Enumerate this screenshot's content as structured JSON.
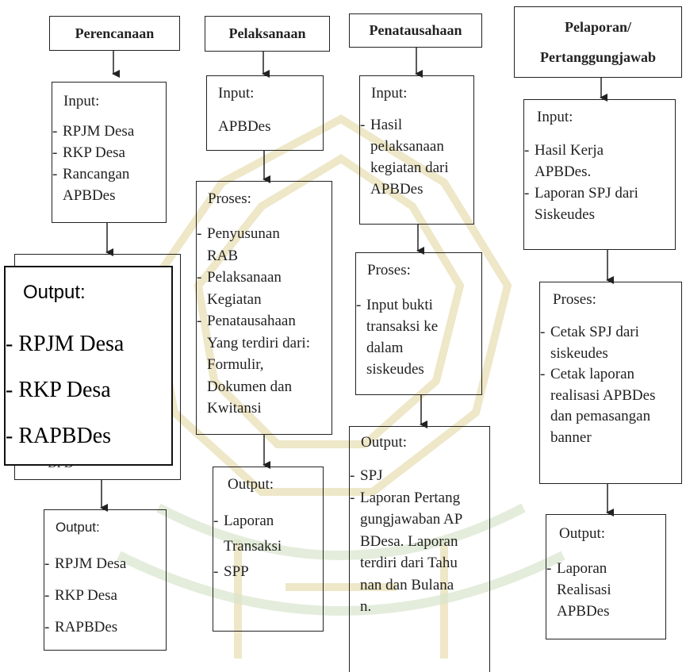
{
  "columns": [
    {
      "header": [
        "Perencanaan"
      ],
      "boxes": [
        {
          "title": "Input:",
          "items": [
            "RPJM Desa",
            "RKP Desa",
            "Rancangan APBDes"
          ]
        },
        {
          "title": "Output:",
          "items": [
            "RPJM Desa",
            "RKP Desa",
            "RAPBDes"
          ]
        }
      ],
      "overlay": {
        "title": "Output:",
        "items": [
          "RPJM Desa",
          "RKP Desa",
          "RAPBDes"
        ]
      },
      "hidden_fragment": "BPD"
    },
    {
      "header": [
        "Pelaksanaan"
      ],
      "boxes": [
        {
          "title": "Input:",
          "items": [
            "APBDes"
          ]
        },
        {
          "title": "Proses:",
          "items": [
            "Penyusunan RAB",
            "Pelaksanaan Kegiatan",
            "Penatausahaan Yang terdiri dari: Formulir, Dokumen dan Kwitansi"
          ]
        },
        {
          "title": "Output:",
          "items": [
            "Laporan Transaksi",
            "SPP"
          ]
        }
      ]
    },
    {
      "header": [
        "Penatausahaan"
      ],
      "boxes": [
        {
          "title": "Input:",
          "items": [
            "Hasil pelaksanaan kegiatan dari APBDes"
          ]
        },
        {
          "title": "Proses:",
          "items": [
            "Input bukti transaksi ke dalam siskeudes"
          ]
        },
        {
          "title": "Output:",
          "items": [
            "SPJ",
            "Laporan Pertanggungjawaban APBDesa. Laporan terdiri dari Tahunan dan Bulanan."
          ]
        }
      ]
    },
    {
      "header": [
        "Pelaporan/",
        "Pertanggungjawab"
      ],
      "boxes": [
        {
          "title": "Input:",
          "items": [
            "Hasil Kerja APBDes.",
            "Laporan SPJ dari Siskeudes"
          ]
        },
        {
          "title": "Proses:",
          "items": [
            "Cetak SPJ dari siskeudes",
            "Cetak laporan realisasi APBDes dan pemasangan banner"
          ]
        },
        {
          "title": "Output:",
          "items": [
            "Laporan Realisasi APBDes"
          ]
        }
      ]
    }
  ]
}
